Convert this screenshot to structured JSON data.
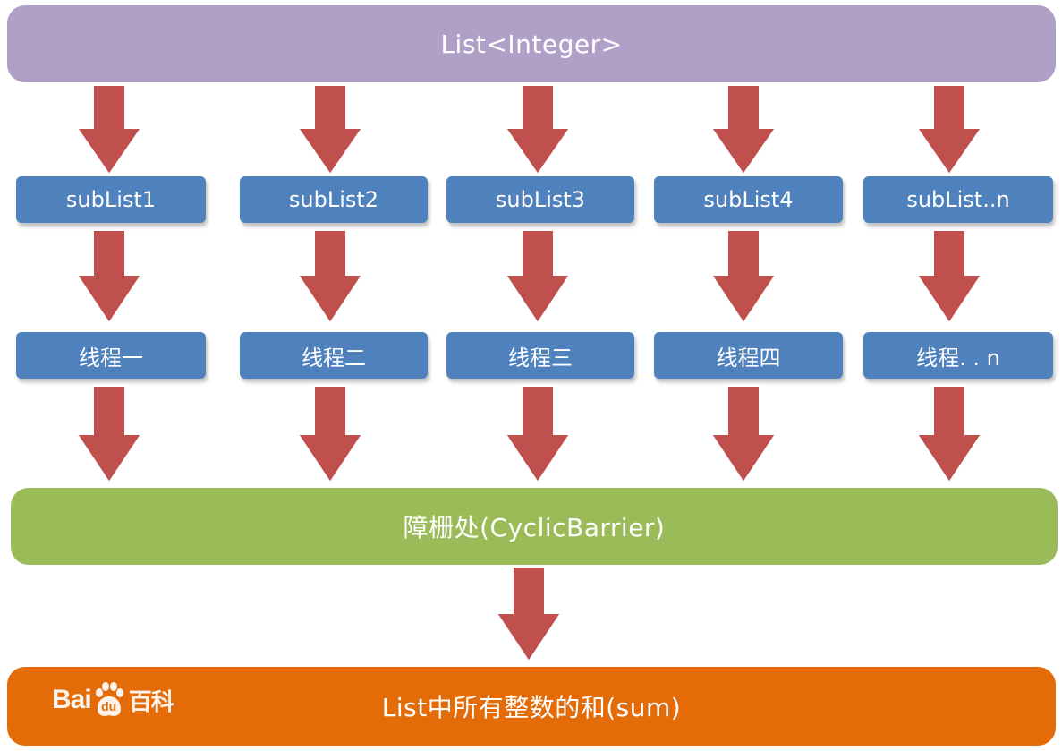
{
  "diagram": {
    "top_label": "List<Integer>",
    "sublists": [
      "subList1",
      "subList2",
      "subList3",
      "subList4",
      "subList..n"
    ],
    "threads": [
      "线程一",
      "线程二",
      "线程三",
      "线程四",
      "线程. . n"
    ],
    "barrier_label": "障栅处(CyclicBarrier)",
    "result_label": "List中所有整数的和(sum)"
  },
  "watermark": {
    "text_left": "Bai",
    "icon": "paw-icon",
    "icon_text": "du",
    "text_right": "百科"
  },
  "colors": {
    "top_band": "#b0a0c8",
    "box": "#4f81bd",
    "barrier_band": "#9bbb59",
    "result_band": "#e36c09",
    "arrow": "#c0504d"
  }
}
